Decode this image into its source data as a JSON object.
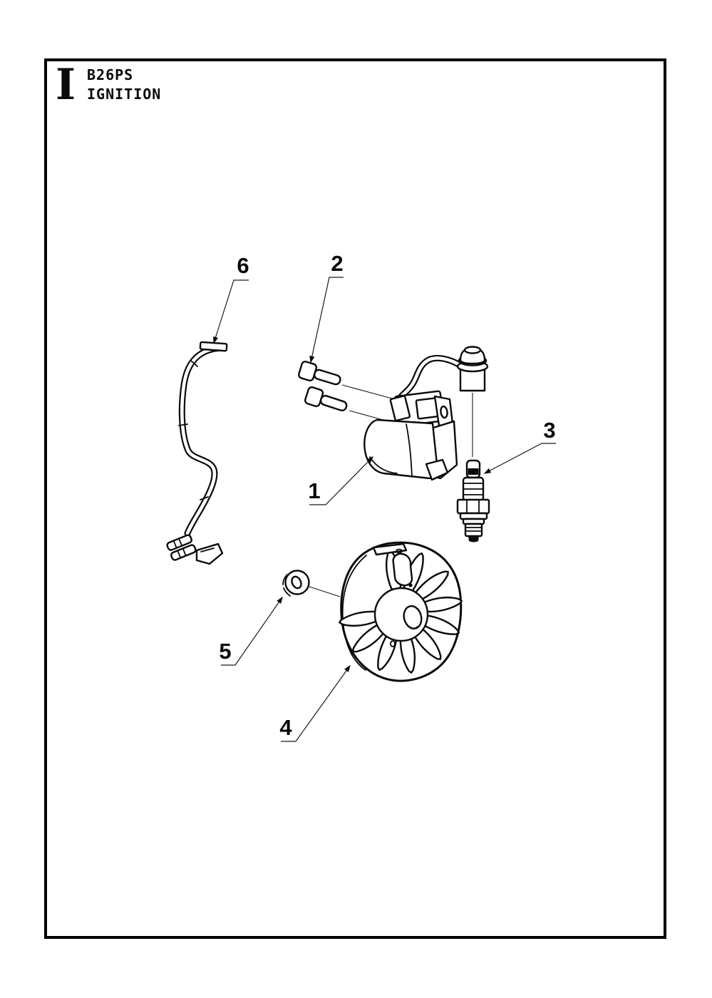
{
  "header": {
    "section_letter": "I",
    "model": "B26PS",
    "title": "IGNITION"
  },
  "callouts": [
    "1",
    "2",
    "3",
    "4",
    "5",
    "6"
  ],
  "colors": {
    "line": "#0a0a0a",
    "paper": "#ffffff"
  }
}
